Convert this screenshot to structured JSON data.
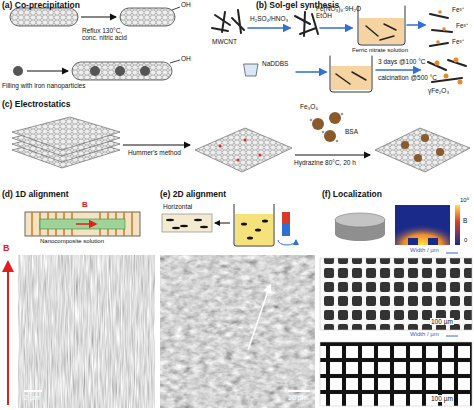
{
  "diagram": {
    "labels": [
      "(a) Co-precipitation",
      "Reflux 130°C, conc. nitric acid",
      "OH",
      "Filling with iron nanoparticles",
      "OH",
      "(b) Sol-gel synthesis",
      "MWCNT",
      "H₂SO₄/HNO₃",
      "Fe(NO₃)₃·9H₂O EtOH",
      "Ferric nitrate solution",
      "Fe³⁺",
      "Fe³⁺",
      "Fe³⁺",
      "NaDDBS",
      "3 days @100 °C",
      "calcination @500 °C",
      "γFe₂O₃",
      "(c) Electrostatics",
      "Hummer's method",
      "Fe₃O₄",
      "BSA",
      "Hydrazine 80°C, 20 h",
      "(d) 1D alignment",
      "B",
      "Nanocomposite solution",
      "B",
      "2 µm",
      "(e) 2D alignment",
      "Horizontal",
      "20 µm",
      "(f) Localization",
      "10⁵",
      "B",
      "0",
      "Width / µm",
      "100 µm",
      "Width / µm",
      "100 µm"
    ]
  }
}
